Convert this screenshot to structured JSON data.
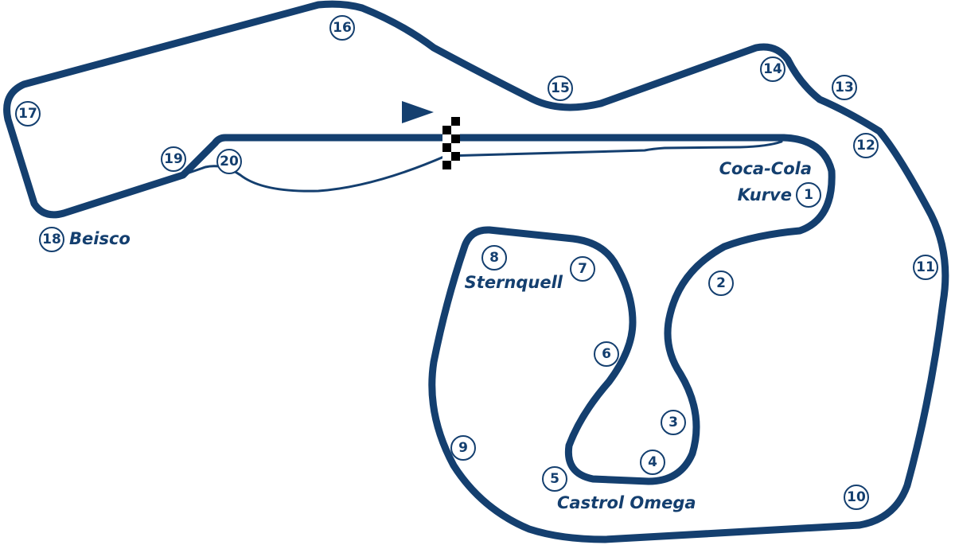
{
  "colors": {
    "track": "#143f6f",
    "background": "#ffffff",
    "flag_dark": "#000000",
    "flag_light": "#ffffff"
  },
  "start_direction_icon": "triangle-arrow-right",
  "finish_line_icon": "checkered-flag",
  "turns": [
    {
      "number": "1"
    },
    {
      "number": "2"
    },
    {
      "number": "3"
    },
    {
      "number": "4"
    },
    {
      "number": "5"
    },
    {
      "number": "6"
    },
    {
      "number": "7"
    },
    {
      "number": "8"
    },
    {
      "number": "9"
    },
    {
      "number": "10"
    },
    {
      "number": "11"
    },
    {
      "number": "12"
    },
    {
      "number": "13"
    },
    {
      "number": "14"
    },
    {
      "number": "15"
    },
    {
      "number": "16"
    },
    {
      "number": "17"
    },
    {
      "number": "18"
    },
    {
      "number": "19"
    },
    {
      "number": "20"
    }
  ],
  "corner_names": {
    "coca_cola_line1": "Coca-Cola",
    "coca_cola_line2": "Kurve",
    "sternquell": "Sternquell",
    "castrol_omega": "Castrol Omega",
    "beisco": "Beisco"
  }
}
